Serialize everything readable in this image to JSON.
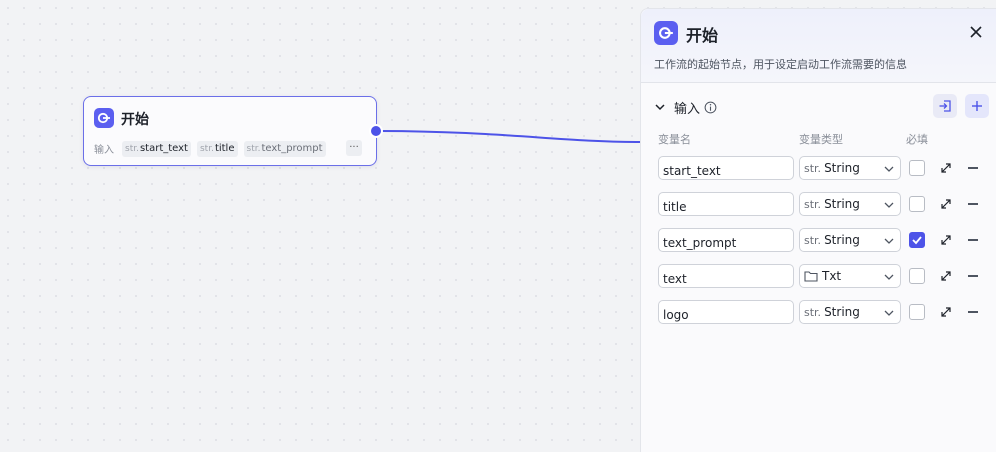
{
  "node": {
    "title": "开始",
    "inputs_label": "输入",
    "chips": [
      {
        "type": "str.",
        "name": "start_text"
      },
      {
        "type": "str.",
        "name": "title"
      },
      {
        "type": "str.",
        "name": "text_prompt"
      }
    ],
    "more_label": "···"
  },
  "panel": {
    "title": "开始",
    "description": "工作流的起始节点，用于设定启动工作流需要的信息",
    "section_title": "输入",
    "columns": {
      "name": "变量名",
      "type": "变量类型",
      "required": "必填"
    },
    "rows": [
      {
        "name": "start_text",
        "type_prefix": "str.",
        "type": "String",
        "required": false,
        "icon": null
      },
      {
        "name": "title",
        "type_prefix": "str.",
        "type": "String",
        "required": false,
        "icon": null
      },
      {
        "name": "text_prompt",
        "type_prefix": "str.",
        "type": "String",
        "required": true,
        "icon": null
      },
      {
        "name": "text",
        "type_prefix": "",
        "type": "Txt",
        "required": false,
        "icon": "folder-icon"
      },
      {
        "name": "logo",
        "type_prefix": "str.",
        "type": "String",
        "required": false,
        "icon": null
      }
    ]
  },
  "colors": {
    "accent": "#4d53e8",
    "icon_bg": "#5b5ff0",
    "edge": "#4d53e8"
  }
}
